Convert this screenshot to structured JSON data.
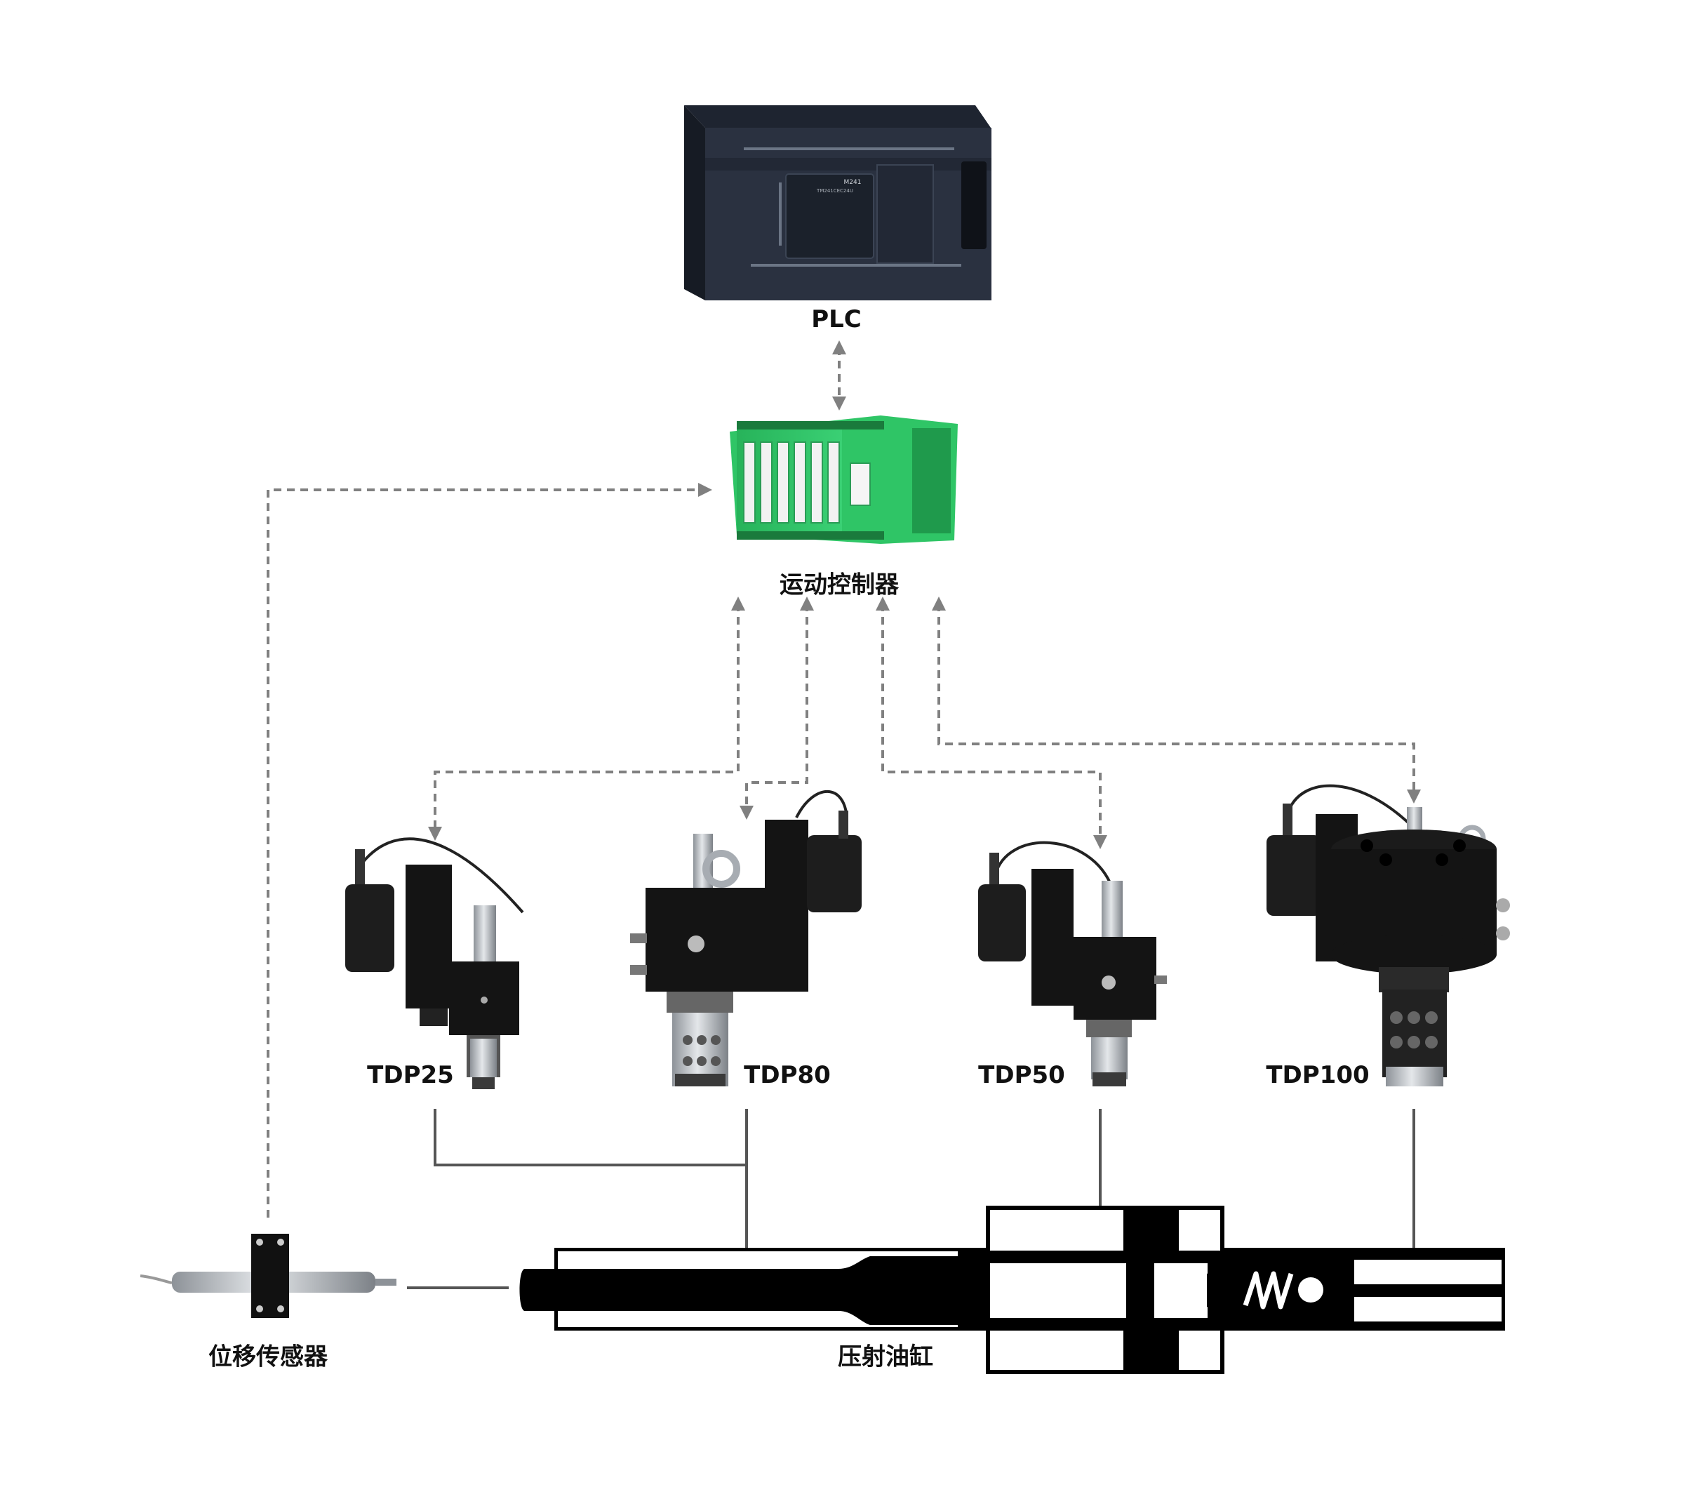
{
  "labels": {
    "plc": "PLC",
    "motion_controller": "运动控制器",
    "tdp25": "TDP25",
    "tdp80": "TDP80",
    "tdp50": "TDP50",
    "tdp100": "TDP100",
    "displacement_sensor": "位移传感器",
    "injection_cylinder": "压射油缸"
  },
  "devices": {
    "plc": {
      "model_line1": "M241",
      "model_line2": "TM241CEC24U"
    }
  },
  "colors": {
    "plc_body": "#2a3140",
    "plc_top": "#1e2430",
    "controller_green": "#2fc566",
    "controller_dark_green": "#1f9a4c",
    "valve_black": "#141414",
    "steel": "#b9bec4",
    "link_dashed": "#808080",
    "link_solid": "#555555"
  },
  "icons": {
    "arrow": "arrow-head-icon"
  }
}
